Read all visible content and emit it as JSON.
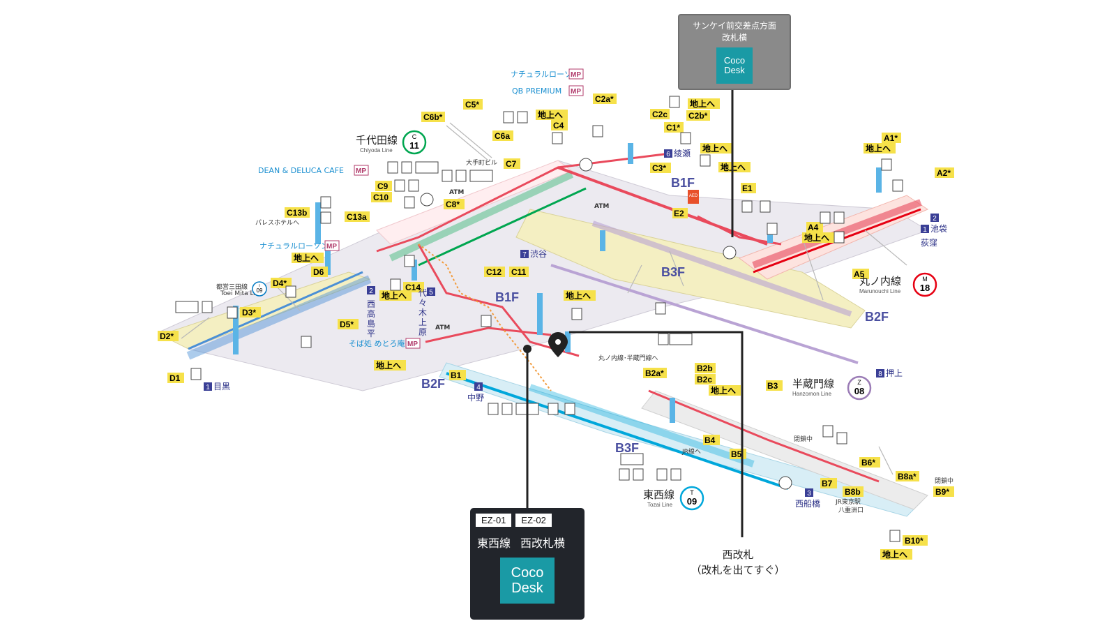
{
  "floors": {
    "b1f": "B1F",
    "b2f": "B2F",
    "b3f": "B3F"
  },
  "lines": {
    "chiyoda": {
      "jp": "千代田線",
      "en": "Chiyoda Line",
      "letter": "C",
      "num": "11",
      "color": "#00a650"
    },
    "marunouchi": {
      "jp": "丸ノ内線",
      "en": "Marunouchi Line",
      "letter": "M",
      "num": "18",
      "color": "#e60012"
    },
    "hanzomon": {
      "jp": "半蔵門線",
      "en": "Hanzomon Line",
      "letter": "Z",
      "num": "08",
      "color": "#9b7cb6"
    },
    "tozai": {
      "jp": "東西線",
      "en": "Tozai Line",
      "letter": "T",
      "num": "09",
      "color": "#00a7db"
    },
    "mita": {
      "jp": "都営三田線",
      "en": "Toei Mita Line",
      "letter": "I",
      "num": "09"
    }
  },
  "exits": [
    "C1*",
    "C2a*",
    "C2b*",
    "C2c",
    "C3*",
    "C4",
    "C5*",
    "C6a",
    "C6b*",
    "C7",
    "C8*",
    "C9",
    "C10",
    "C11",
    "C12",
    "C13a",
    "C13b",
    "C14",
    "D1",
    "D2*",
    "D3*",
    "D4*",
    "D5*",
    "D6",
    "E1",
    "E2",
    "A1*",
    "A2*",
    "A4",
    "A5",
    "B1",
    "B2a*",
    "B2b",
    "B2c",
    "B3",
    "B4",
    "B5",
    "B6*",
    "B7",
    "B8a*",
    "B8b",
    "B9*",
    "B10*"
  ],
  "to_ground": "地上へ",
  "directions": {
    "d1": "目黒",
    "d2": "西高島平",
    "d5": "代々木上原",
    "d6": "綾瀬",
    "d7": "渋谷",
    "d8": "押上",
    "d4": "中野",
    "d3": "西船橋",
    "ikebukuro": "池袋",
    "ogikubo": "荻窪",
    "n1": "1",
    "n2": "2",
    "n3": "3",
    "n4": "4",
    "n5": "5",
    "n6": "6",
    "n7": "7",
    "n8": "8"
  },
  "shops": {
    "natural_lawson_1": "ナチュラルローソン",
    "qb": "QB PREMIUM",
    "dean": "DEAN & DELUCA CAFE",
    "natural_lawson_2": "ナチュラルローソン",
    "soba": "そば処 めとろ庵",
    "mp": "MP"
  },
  "misc": {
    "otemachi_bldg": "大手町ビル",
    "palace": "パレスホテルへ",
    "maru_hanzo": "丸ノ内線･半蔵門線へ",
    "jr_line": "JR線へ",
    "closed1": "閉鎖中",
    "closed2": "閉鎖中",
    "jr_tokyo": "JR東京駅",
    "yaesu": "八重洲口",
    "atm": "ATM",
    "aed": "AED"
  },
  "callouts": {
    "top": {
      "line1": "サンケイ前交差点方面",
      "line2": "改札横",
      "coco_1": "Coco",
      "coco_2": "Desk"
    },
    "bottom": {
      "code1": "EZ-01",
      "code2": "EZ-02",
      "name1": "東西線",
      "name2": "西改札横",
      "coco_1": "Coco",
      "coco_2": "Desk"
    },
    "gate": {
      "line1": "西改札",
      "line2": "（改札を出てすぐ）"
    }
  },
  "colors": {
    "exit_label": "#f6e14a",
    "dir_badge": "#3a3f96",
    "coco": "#1a9aa5"
  }
}
